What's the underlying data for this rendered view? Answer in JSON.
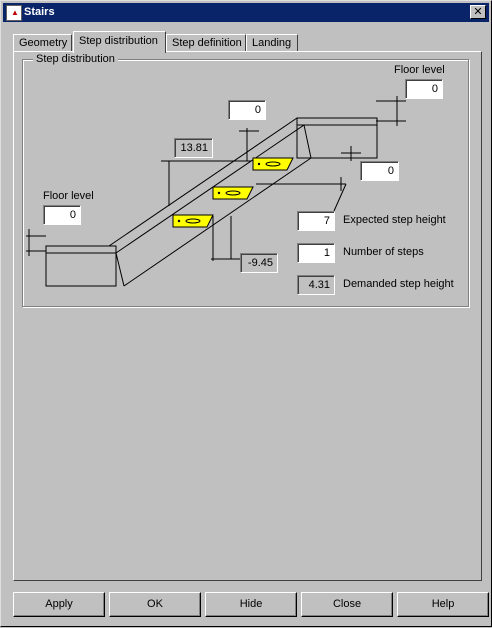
{
  "window": {
    "title": "Stairs",
    "close_glyph": "✕",
    "icon": "stairs-app-icon"
  },
  "tabs": [
    {
      "label": "Geometry",
      "active": false
    },
    {
      "label": "Step distribution",
      "active": true
    },
    {
      "label": "Step definition",
      "active": false
    },
    {
      "label": "Landing",
      "active": false
    }
  ],
  "group": {
    "label": "Step distribution"
  },
  "diagram": {
    "floor_level_top_label": "Floor level",
    "floor_level_top_value": "0",
    "floor_level_bottom_label": "Floor level",
    "floor_level_bottom_value": "0",
    "top_offset_value": "0",
    "right_offset_value": "0",
    "horizontal_dimension": "13.81",
    "vertical_dimension": "-9.45",
    "step_color": "#ffff00"
  },
  "params": {
    "expected_step_height_value": "7",
    "expected_step_height_label": "Expected step height",
    "number_of_steps_value": "1",
    "number_of_steps_label": "Number of steps",
    "demanded_step_height_value": "4.31",
    "demanded_step_height_label": "Demanded step height"
  },
  "buttons": {
    "apply": "Apply",
    "ok": "OK",
    "hide": "Hide",
    "close": "Close",
    "help": "Help"
  }
}
